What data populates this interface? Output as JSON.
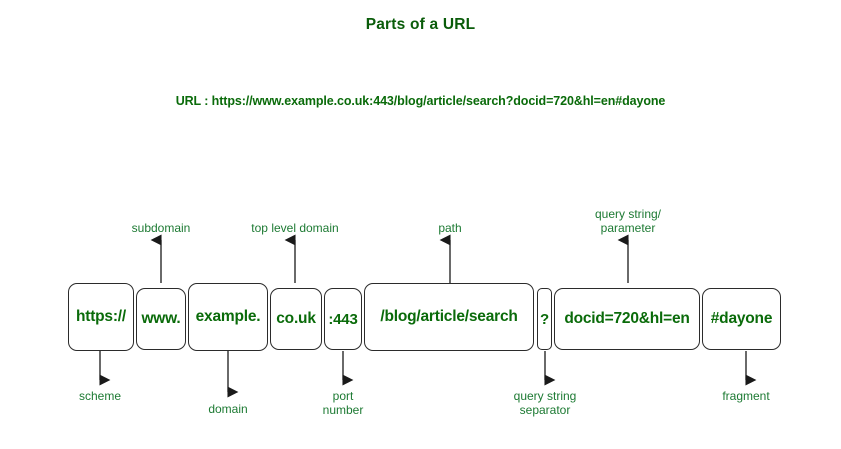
{
  "diagram": {
    "title": "Parts of a URL",
    "url_prefix": "URL : ",
    "url_value": "https://www.example.co.uk:443/blog/article/search?docid=720&hl=en#dayone",
    "url_line": "URL : https://www.example.co.uk:443/blog/article/search?docid=720&hl=en#dayone",
    "accent_color": "#0a6b0a",
    "title_color": "#0a5c0a",
    "label_color": "#1d7a33",
    "box_border_color": "#2b2b2b",
    "background_color": "#ffffff",
    "segments": [
      {
        "text": "https://",
        "label": "scheme",
        "label_side": "bottom"
      },
      {
        "text": "www.",
        "label": "subdomain",
        "label_side": "top"
      },
      {
        "text": "example.",
        "label": "domain",
        "label_side": "bottom"
      },
      {
        "text": "co.uk",
        "label": "top level domain",
        "label_side": "top"
      },
      {
        "text": ":443",
        "label": "port\nnumber",
        "label_side": "bottom"
      },
      {
        "text": "/blog/article/search",
        "label": "path",
        "label_side": "top"
      },
      {
        "text": "?",
        "label": "query string\nseparator",
        "label_side": "bottom"
      },
      {
        "text": "docid=720&hl=en",
        "label": "query string/\nparameter",
        "label_side": "top"
      },
      {
        "text": "#dayone",
        "label": "fragment",
        "label_side": "bottom"
      }
    ]
  }
}
